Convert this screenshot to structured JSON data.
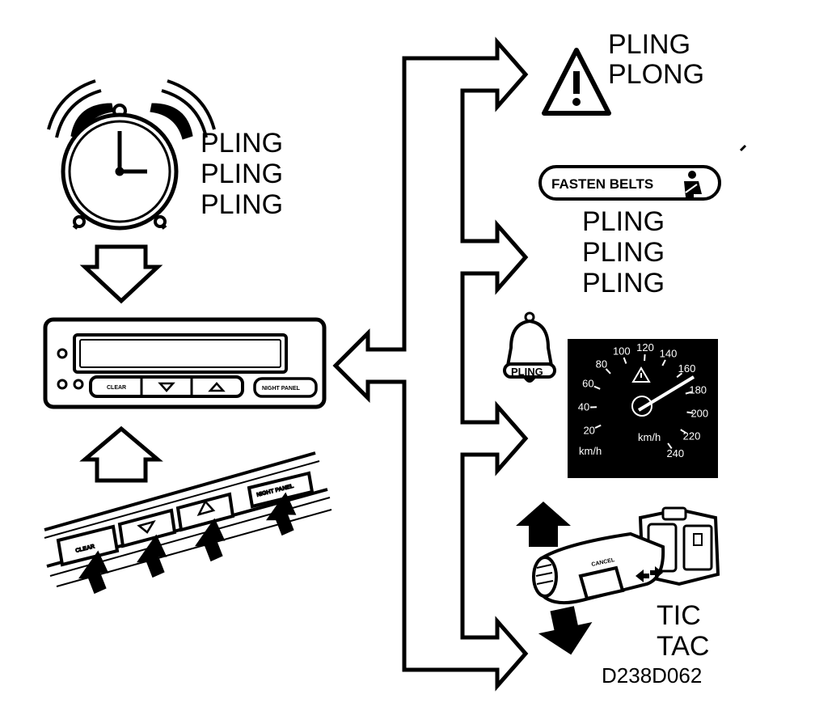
{
  "alarm_sound": [
    "PLING",
    "PLING",
    "PLING"
  ],
  "warning_sound": [
    "PLING",
    "PLONG"
  ],
  "belt_sign": "FASTEN BELTS",
  "belt_sound": [
    "PLING",
    "PLING",
    "PLING"
  ],
  "bell_label": "PLING",
  "indicator_sound": [
    "TIC",
    "TAC"
  ],
  "figure_code": "D238D062",
  "display_buttons": {
    "clear": "CLEAR",
    "night_panel": "NIGHT PANEL"
  },
  "stalk_label": "CANCEL",
  "speedometer": {
    "ticks": [
      "20",
      "40",
      "60",
      "80",
      "100",
      "120",
      "140",
      "160",
      "180",
      "200",
      "220",
      "240"
    ],
    "unit": "km/h",
    "odo_label": "km/h"
  },
  "colors": {
    "ink": "#000000",
    "paper": "#ffffff"
  }
}
